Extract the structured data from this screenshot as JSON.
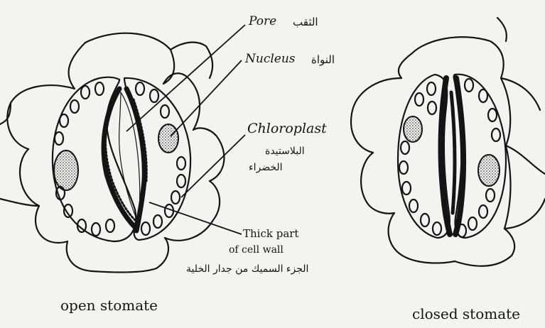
{
  "labels": {
    "pore": "Pore",
    "pore_ar": "الثقب",
    "nucleus": "Nucleus",
    "nucleus_ar": "النواة",
    "chloroplast": "Chloroplast",
    "chloroplast_ar_1": "البلاستيدة",
    "chloroplast_ar_2": "الخضراء",
    "thick_part_1": "Thick part",
    "thick_part_2": "of cell wall",
    "thick_part_ar": "الجزء السميك من جدار الخلية",
    "open_caption": "open stomate",
    "closed_caption": "closed stomate"
  },
  "colors": {
    "ink": "#141414",
    "paper": "#f4f3ef"
  }
}
